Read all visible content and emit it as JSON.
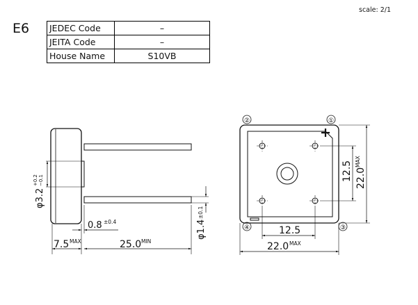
{
  "header": {
    "scale": "scale: 2/1",
    "package": "E6"
  },
  "spec_table": [
    {
      "label": "JEDEC Code",
      "value": "–"
    },
    {
      "label": "JEITA Code",
      "value": "–"
    },
    {
      "label": "House Name",
      "value": "S10VB"
    }
  ],
  "side_view": {
    "body_dia": {
      "main": "φ3.2",
      "tol_plus": "+0.2",
      "tol_minus": "−0.1"
    },
    "lead_dia": {
      "main": "φ1.4",
      "tol": "±0.1"
    },
    "standoff": {
      "main": "0.8",
      "tol": "±0.4"
    },
    "body_thickness": {
      "main": "7.5",
      "suffix": "MAX"
    },
    "lead_length": {
      "main": "25.0",
      "suffix": "MIN"
    }
  },
  "top_view": {
    "pins": [
      "②",
      "①",
      "④",
      "③"
    ],
    "height_total": {
      "main": "22.0",
      "suffix": "MAX"
    },
    "width_total": {
      "main": "22.0",
      "suffix": "MAX"
    },
    "pin_pitch_v": "12.5",
    "pin_pitch_h": "12.5",
    "plus_mark": "+"
  }
}
